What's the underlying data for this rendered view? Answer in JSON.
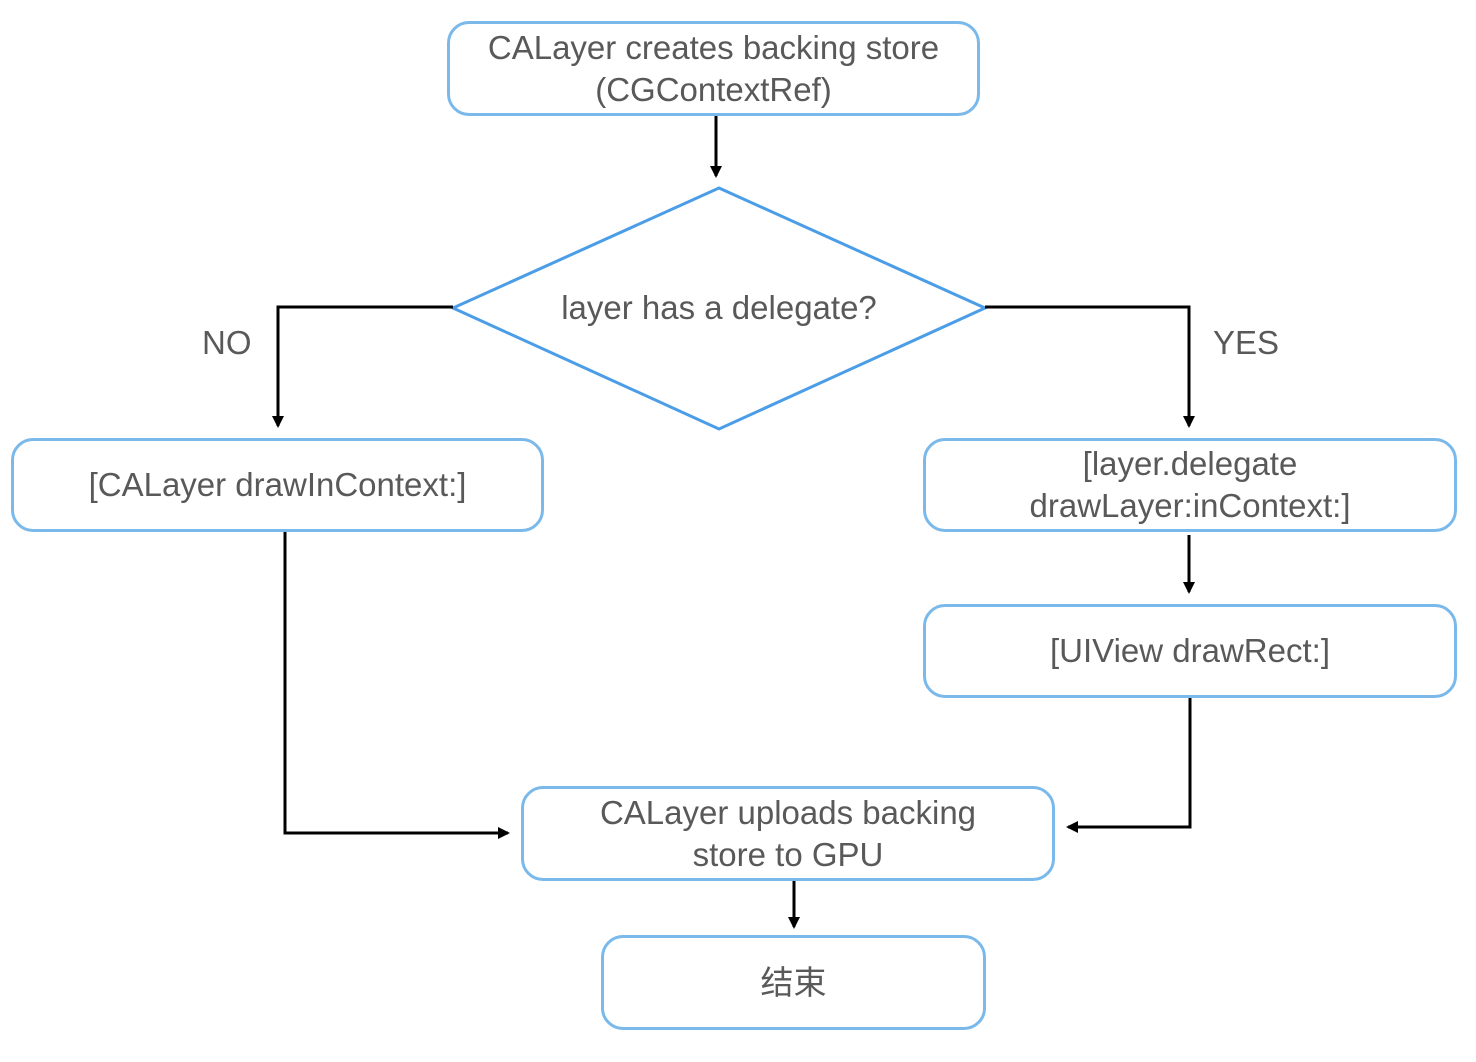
{
  "diagram": {
    "type": "flowchart",
    "colors": {
      "node_border": "#7ab9ea",
      "diamond_border": "#4a9de6",
      "text": "#595959",
      "edge": "#000000",
      "background": "#ffffff"
    },
    "nodes": {
      "start": {
        "lines": [
          "CALayer creates backing store",
          "(CGContextRef)"
        ]
      },
      "decision": {
        "label": "layer has a delegate?"
      },
      "draw_in_context": {
        "lines": [
          "[CALayer drawInContext:]"
        ]
      },
      "delegate_draw_layer": {
        "lines": [
          "[layer.delegate",
          "drawLayer:inContext:]"
        ]
      },
      "uiview_draw_rect": {
        "lines": [
          "[UIView drawRect:]"
        ]
      },
      "upload": {
        "lines": [
          "CALayer uploads backing",
          "store to GPU"
        ]
      },
      "end": {
        "lines": [
          "结束"
        ]
      }
    },
    "edge_labels": {
      "no": "NO",
      "yes": "YES"
    },
    "edges": [
      {
        "from": "start",
        "to": "decision"
      },
      {
        "from": "decision",
        "to": "draw_in_context",
        "label": "NO"
      },
      {
        "from": "decision",
        "to": "delegate_draw_layer",
        "label": "YES"
      },
      {
        "from": "delegate_draw_layer",
        "to": "uiview_draw_rect"
      },
      {
        "from": "draw_in_context",
        "to": "upload"
      },
      {
        "from": "uiview_draw_rect",
        "to": "upload"
      },
      {
        "from": "upload",
        "to": "end"
      }
    ]
  }
}
